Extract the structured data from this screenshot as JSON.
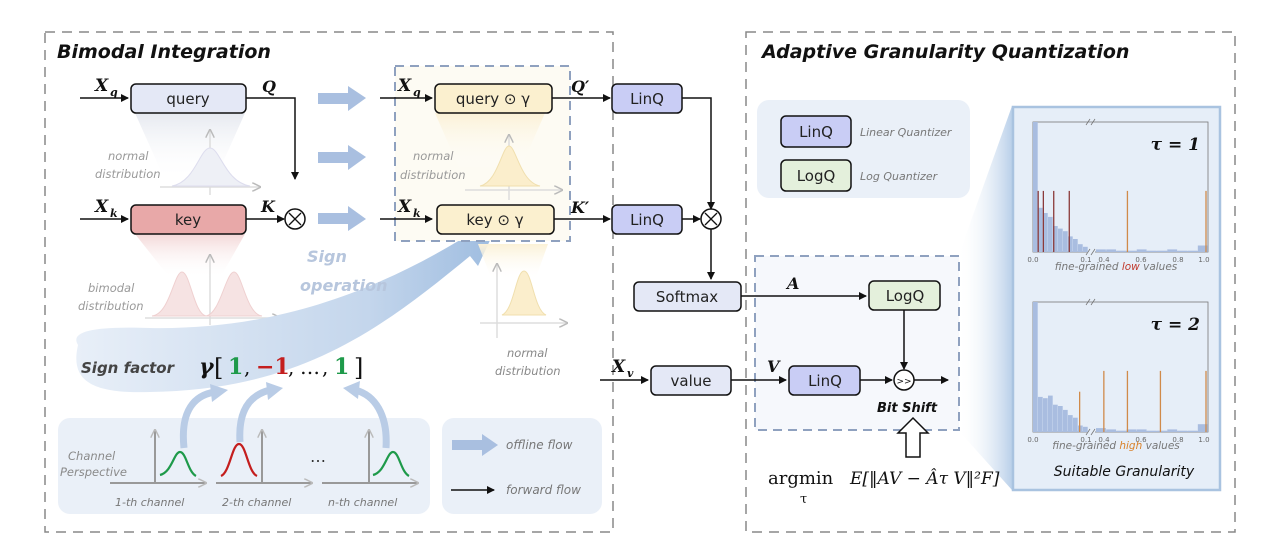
{
  "sections": {
    "left_title": "Bimodal Integration",
    "right_title": "Adaptive Granularity Quantization"
  },
  "left": {
    "query_input": "X",
    "query_input_sub": "q",
    "query_box": "query",
    "query_out": "Q",
    "key_input": "X",
    "key_input_sub": "k",
    "key_box": "key",
    "key_out": "K",
    "normal_label_1": "normal",
    "normal_label_2": "distribution",
    "bimodal_label_1": "bimodal",
    "bimodal_label_2": "distribution",
    "sign_op_1": "Sign",
    "sign_op_2": "operation",
    "sign_factor_label": "Sign factor",
    "gamma": "γ",
    "gamma_values": [
      {
        "text": "1",
        "color": "#1e9a4a"
      },
      {
        "text": "−1",
        "color": "#c41e1e"
      },
      {
        "text": "…",
        "color": "#111111"
      },
      {
        "text": "1",
        "color": "#1e9a4a"
      }
    ],
    "channel_perspective_1": "Channel",
    "channel_perspective_2": "Perspective",
    "channels": [
      "1-th channel",
      "2-th channel",
      "n-th channel"
    ],
    "channel_ellipsis": "…",
    "legend_offline": "offline flow",
    "legend_forward": "forward flow"
  },
  "middle": {
    "query_gamma_box": "query ⊙ γ",
    "key_gamma_box": "key ⊙ γ",
    "q_prime": "Q′",
    "k_prime": "K′",
    "linq_1": "LinQ",
    "linq_2": "LinQ",
    "softmax": "Softmax",
    "value_input": "X",
    "value_input_sub": "v",
    "value_box": "value",
    "normal_label_1": "normal",
    "normal_label_2": "distribution"
  },
  "right": {
    "legend_linq": "LinQ",
    "legend_linq_desc": "Linear Quantizer",
    "legend_logq": "LogQ",
    "legend_logq_desc": "Log Quantizer",
    "a_label": "A",
    "v_label": "V",
    "logq_box": "LogQ",
    "linq_box": "LinQ",
    "bit_shift": "Bit Shift",
    "shift_symbol": ">>",
    "argmin": "argmin",
    "argmin_sub": "τ",
    "formula": "E[‖AV − Âτ V‖²F]",
    "suitable": "Suitable Granularity"
  },
  "colors": {
    "linq_fill": "#c9cdf5",
    "logq_fill": "#e4f0dc",
    "query_fill": "#e4e8f6",
    "key_fill": "#e8a8a8",
    "gamma_box_fill": "#fbf0cf",
    "offline_arrow": "#a9bfe0",
    "panel_blue": "#e6eef8"
  },
  "chart_data": [
    {
      "type": "bar",
      "title": "τ = 1",
      "caption": "fine-grained low values",
      "caption_highlight": "low",
      "caption_highlight_color": "#c0392b",
      "x_ticks": [
        "0.0",
        "0.1",
        "0.4",
        "0.6",
        "0.8",
        "1.0"
      ],
      "axis_break": true,
      "histogram_left": [
        1.0,
        0.34,
        0.3,
        0.27,
        0.2,
        0.18,
        0.16,
        0.12,
        0.1,
        0.06,
        0.04
      ],
      "histogram_right": [
        0.02,
        0.02,
        0.01,
        0.01,
        0.02,
        0.01,
        0.01,
        0.02,
        0.01,
        0.01,
        0.05
      ],
      "quant_levels_left": [
        0.01,
        0.02,
        0.04,
        0.07
      ],
      "quant_levels_right": [
        0.5,
        1.0
      ],
      "quant_level_height": 0.47
    },
    {
      "type": "bar",
      "title": "τ = 2",
      "caption": "fine-grained high values",
      "caption_highlight": "high",
      "caption_highlight_color": "#d9822b",
      "x_ticks": [
        "0.0",
        "0.1",
        "0.4",
        "0.6",
        "0.8",
        "1.0"
      ],
      "axis_break": true,
      "histogram_left": [
        1.0,
        0.27,
        0.26,
        0.28,
        0.21,
        0.2,
        0.17,
        0.13,
        0.11,
        0.05,
        0.04
      ],
      "histogram_right": [
        0.03,
        0.02,
        0.01,
        0.02,
        0.02,
        0.01,
        0.01,
        0.02,
        0.01,
        0.01,
        0.06
      ],
      "quant_levels_left": [
        0.09
      ],
      "quant_levels_right": [
        0.35,
        0.5,
        0.71,
        1.0
      ],
      "quant_level_heights": [
        0.31,
        0.47,
        0.47,
        0.47,
        0.47
      ]
    }
  ]
}
